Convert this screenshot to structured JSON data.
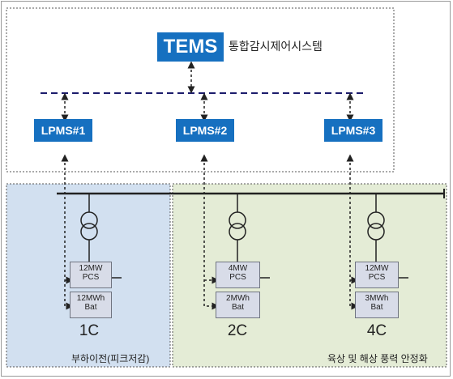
{
  "tems": {
    "label": "TEMS",
    "description": "통합감시제어시스템"
  },
  "lpms": [
    {
      "label": "LPMS#1"
    },
    {
      "label": "LPMS#2"
    },
    {
      "label": "LPMS#3"
    }
  ],
  "nodes": [
    {
      "name": "1C",
      "pcs": [
        "12MW",
        "PCS"
      ],
      "bat": [
        "12MWh",
        "Bat"
      ]
    },
    {
      "name": "2C",
      "pcs": [
        "4MW",
        "PCS"
      ],
      "bat": [
        "2MWh",
        "Bat"
      ]
    },
    {
      "name": "4C",
      "pcs": [
        "12MW",
        "PCS"
      ],
      "bat": [
        "3MWh",
        "Bat"
      ]
    }
  ],
  "regions": {
    "left": {
      "label": "부하이전(피크저감)"
    },
    "right": {
      "label": "육상 및 해상 풍력 안정화"
    }
  },
  "colors": {
    "box_blue": "#1670c0",
    "left_region": "#d2e0f0",
    "right_region": "#e4ecd6",
    "bus_line": "#1c1c6c",
    "cell_fill": "#d8dce8"
  }
}
